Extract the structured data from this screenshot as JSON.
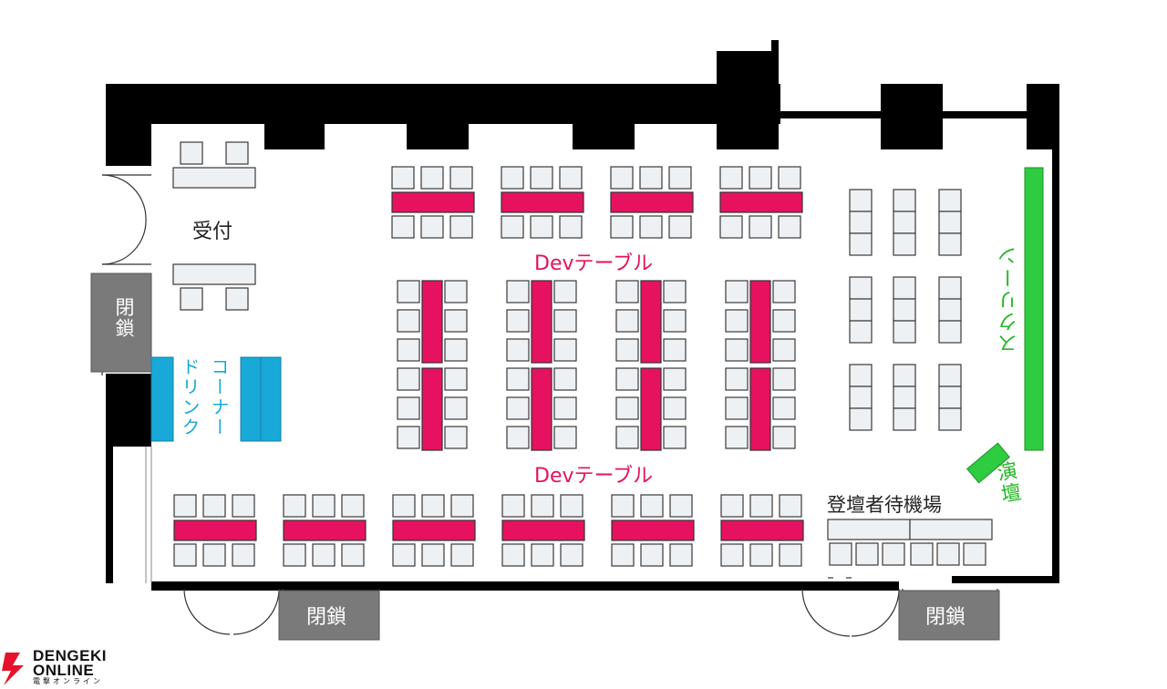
{
  "labels": {
    "reception": "受付",
    "dev_table_top": "Devテーブル",
    "dev_table_bottom": "Devテーブル",
    "screen": "スクリーン",
    "stage": "演壇",
    "speaker_waiting": "登壇者待機場",
    "drink_corner_1": "ドリンク",
    "drink_corner_2": "コーナー",
    "closed_left": "閉鎖",
    "closed_bottom_left": "閉鎖",
    "closed_bottom_right": "閉鎖"
  },
  "logo": {
    "line1": "DENGEKI",
    "line2": "ONLINE",
    "tagline": "電撃オンライン"
  },
  "colors": {
    "wall": "#000000",
    "dev_table": "#e6125f",
    "chair_fill": "#eef1f4",
    "chair_stroke": "#3a3a3a",
    "screen": "#2ecc40",
    "drink_corner": "#19a9d8",
    "closed_area": "#7a7a7a",
    "label_pink": "#e6125f",
    "label_green": "#22b822",
    "label_blue": "#19a9d8"
  }
}
